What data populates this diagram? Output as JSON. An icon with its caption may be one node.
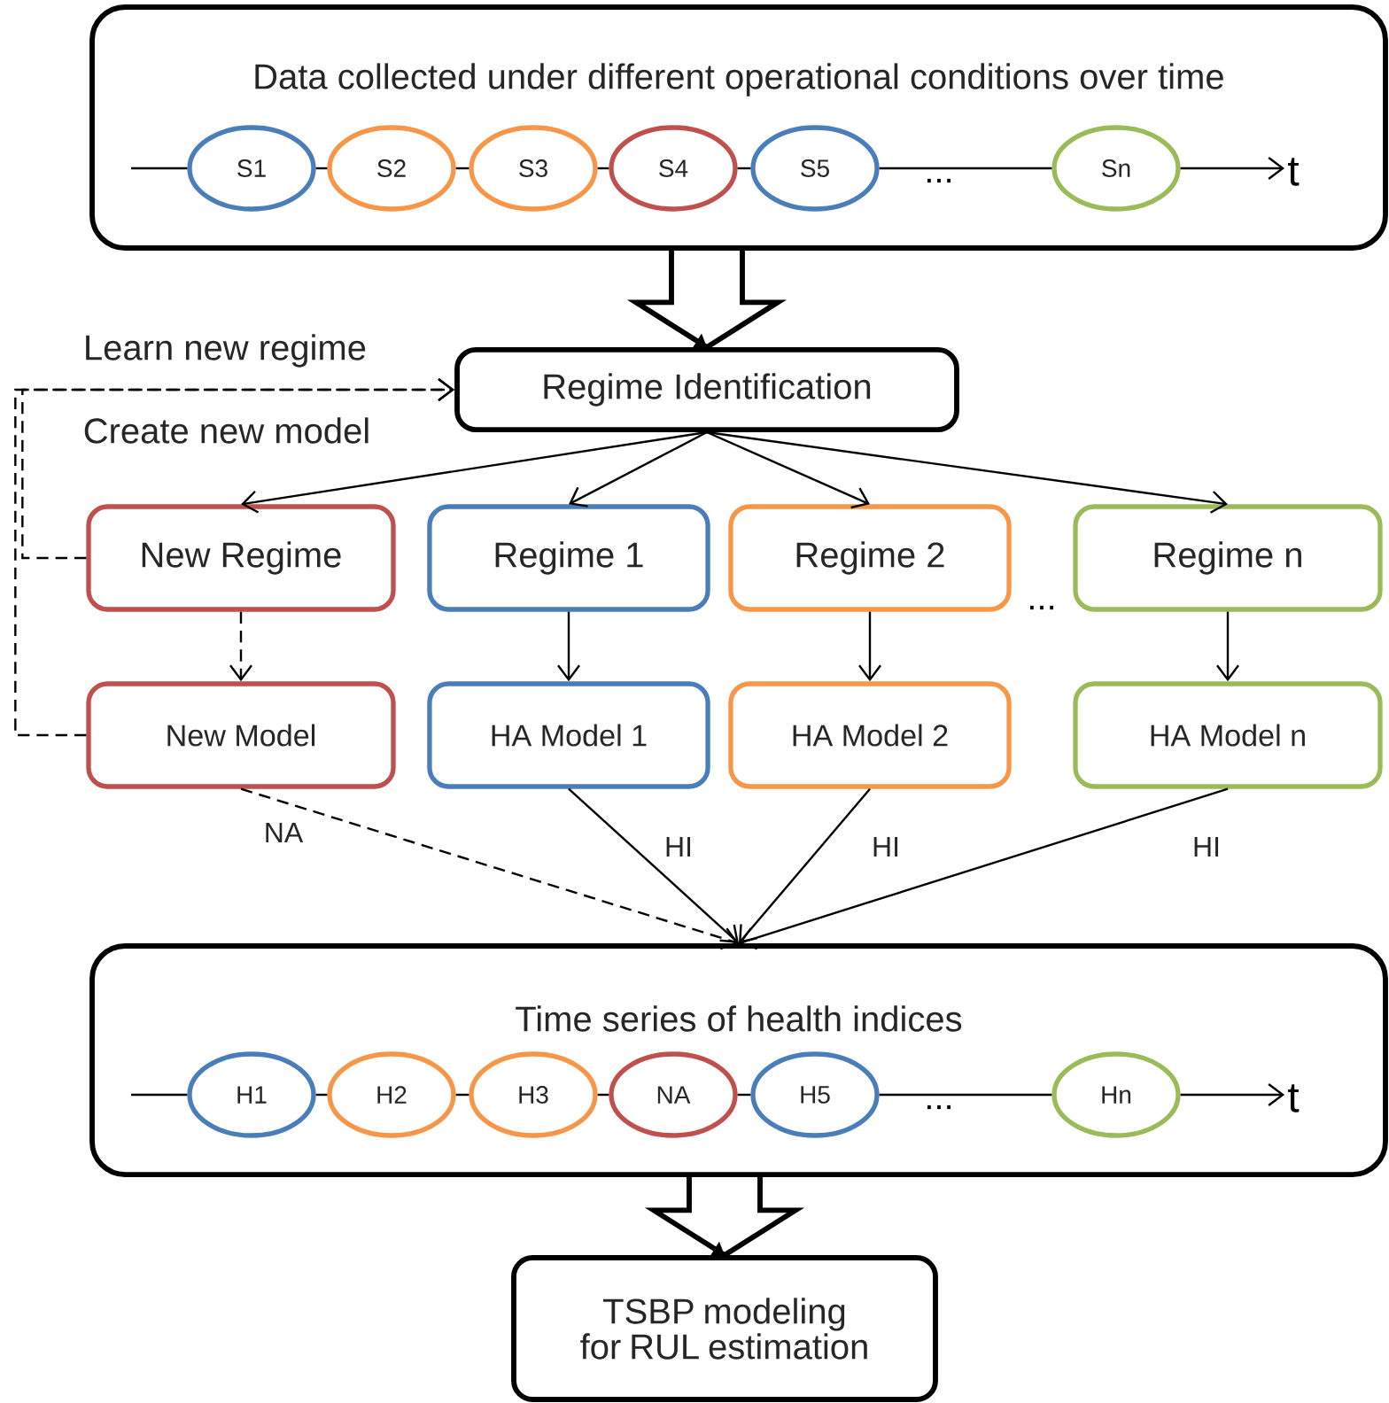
{
  "diagram": {
    "nodes": [
      {
        "text": [
          "Data collected under different operational conditions over time"
        ]
      },
      {
        "text": [
          "S1"
        ],
        "in": 0
      },
      {
        "text": [
          "S2"
        ],
        "in": 0
      },
      {
        "text": [
          "S3"
        ],
        "in": 0
      },
      {
        "text": [
          "S4"
        ],
        "in": 0
      },
      {
        "text": [
          "S5"
        ],
        "in": 0
      },
      {
        "text": [
          "Sn"
        ],
        "in": 0
      },
      {
        "text": [
          "t"
        ],
        "in": 0
      },
      {
        "text": [
          "Regime Identification"
        ]
      },
      {
        "text": [
          "New Regime"
        ]
      },
      {
        "text": [
          "Regime 1"
        ]
      },
      {
        "text": [
          "Regime 2"
        ]
      },
      {
        "text": [
          "Regime n"
        ]
      },
      {
        "text": [
          "New Model"
        ]
      },
      {
        "text": [
          "HA  Model 1"
        ]
      },
      {
        "text": [
          "HA  Model 2"
        ]
      },
      {
        "text": [
          "HA  Model n"
        ]
      },
      {
        "text": [
          "Time series of health indices"
        ]
      },
      {
        "text": [
          "H1"
        ],
        "in": 17
      },
      {
        "text": [
          "H2"
        ],
        "in": 17
      },
      {
        "text": [
          "H3"
        ],
        "in": 17
      },
      {
        "text": [
          "NA"
        ],
        "in": 17
      },
      {
        "text": [
          "H5"
        ],
        "in": 17
      },
      {
        "text": [
          "Hn"
        ],
        "in": 17
      },
      {
        "text": [
          "t"
        ],
        "in": 17
      },
      {
        "text": [
          "TSBP modeling for RUL estimation"
        ]
      }
    ],
    "edges": [
      {
        "from": null,
        "to": 1,
        "arrow": "none"
      },
      {
        "from": 1,
        "to": 2,
        "arrow": "none"
      },
      {
        "from": 2,
        "to": 3,
        "arrow": "none"
      },
      {
        "from": 3,
        "to": 4,
        "arrow": "none"
      },
      {
        "from": 4,
        "to": 5,
        "arrow": "none"
      },
      {
        "from": 5,
        "to": 6,
        "arrow": "none"
      },
      {
        "from": 6,
        "to": 7,
        "arrow": "to"
      },
      {
        "from": 0,
        "to": 8,
        "arrow": "to",
        "style": "thick"
      },
      {
        "from": 8,
        "to": 9,
        "arrow": "to"
      },
      {
        "from": 8,
        "to": 10,
        "arrow": "to"
      },
      {
        "from": 8,
        "to": 11,
        "arrow": "to"
      },
      {
        "from": 8,
        "to": 12,
        "arrow": "to"
      },
      {
        "from": 9,
        "to": 8,
        "arrow": "to",
        "style": "dashed",
        "label": "Learn new regime"
      },
      {
        "from": 13,
        "to": 8,
        "arrow": "to",
        "style": "dashed",
        "label": "Create new model"
      },
      {
        "from": 9,
        "to": 13,
        "arrow": "to",
        "style": "dashed"
      },
      {
        "from": 10,
        "to": 14,
        "arrow": "to"
      },
      {
        "from": 11,
        "to": 15,
        "arrow": "to"
      },
      {
        "from": 12,
        "to": 16,
        "arrow": "to"
      },
      {
        "from": 13,
        "to": 17,
        "arrow": "to",
        "style": "dashed",
        "label": "NA"
      },
      {
        "from": 14,
        "to": 17,
        "arrow": "to",
        "label": "HI"
      },
      {
        "from": 15,
        "to": 17,
        "arrow": "to",
        "label": "HI"
      },
      {
        "from": 16,
        "to": 17,
        "arrow": "to",
        "label": "HI"
      },
      {
        "from": null,
        "to": 18,
        "arrow": "none"
      },
      {
        "from": 18,
        "to": 19,
        "arrow": "none"
      },
      {
        "from": 19,
        "to": 20,
        "arrow": "none"
      },
      {
        "from": 20,
        "to": 21,
        "arrow": "none"
      },
      {
        "from": 21,
        "to": 22,
        "arrow": "none"
      },
      {
        "from": 22,
        "to": 23,
        "arrow": "none"
      },
      {
        "from": 23,
        "to": 24,
        "arrow": "to"
      },
      {
        "from": 17,
        "to": 25,
        "arrow": "to",
        "style": "thick"
      }
    ],
    "labels": [
      "...",
      "...",
      "..."
    ]
  }
}
